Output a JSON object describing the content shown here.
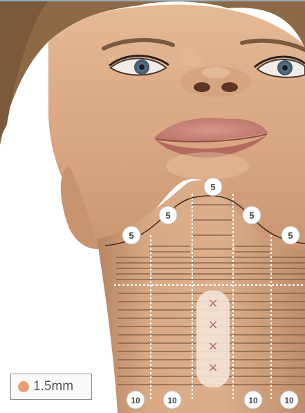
{
  "colors": {
    "background": "#ffffff",
    "skin": "#dfb08c",
    "skin_shadow": "#b98763",
    "hair": "#8c6a45",
    "lips": "#c47d74",
    "grid_line": "#7a5a40",
    "dashed_line": "#ffffff",
    "legend_dot": "#e8a070",
    "badge_fill": "#ffffff"
  },
  "chin_row_badges": [
    "5",
    "5",
    "5",
    "5",
    "5"
  ],
  "bottom_row_badges": [
    "10",
    "10",
    "10",
    "10"
  ],
  "center_marker": {
    "symbol": "×",
    "count": 4
  },
  "legend": {
    "label": "1.5mm"
  }
}
